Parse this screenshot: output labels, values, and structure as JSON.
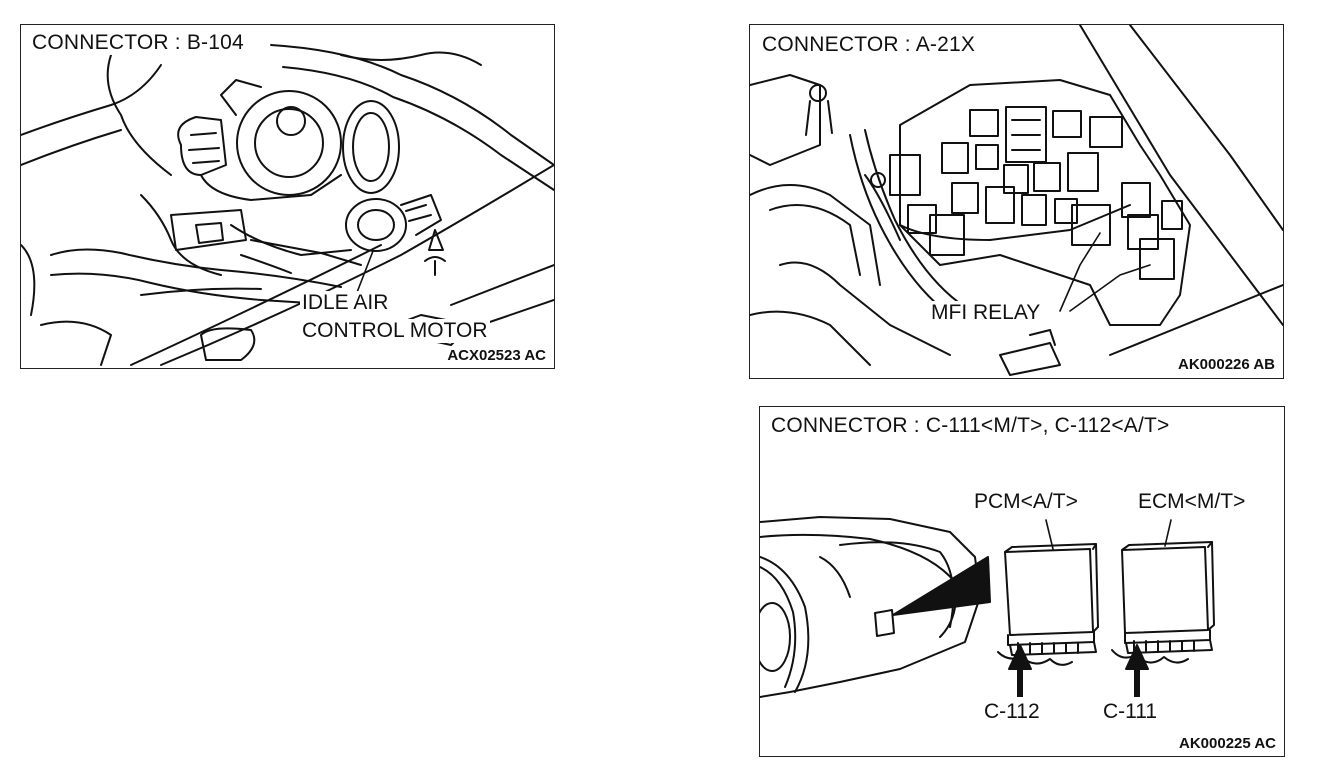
{
  "panels": [
    {
      "title": "CONNECTOR : B-104",
      "label_line1": "IDLE AIR",
      "label_line2": "CONTROL MOTOR",
      "figure_code": "ACX02523 AC"
    },
    {
      "title": "CONNECTOR : A-21X",
      "label": "MFI RELAY",
      "figure_code": "AK000226 AB"
    },
    {
      "title": "CONNECTOR : C-111<M/T>, C-112<A/T>",
      "pcm_label": "PCM<A/T>",
      "ecm_label": "ECM<M/T>",
      "connector_pcm": "C-112",
      "connector_ecm": "C-111",
      "figure_code": "AK000225 AC"
    }
  ]
}
